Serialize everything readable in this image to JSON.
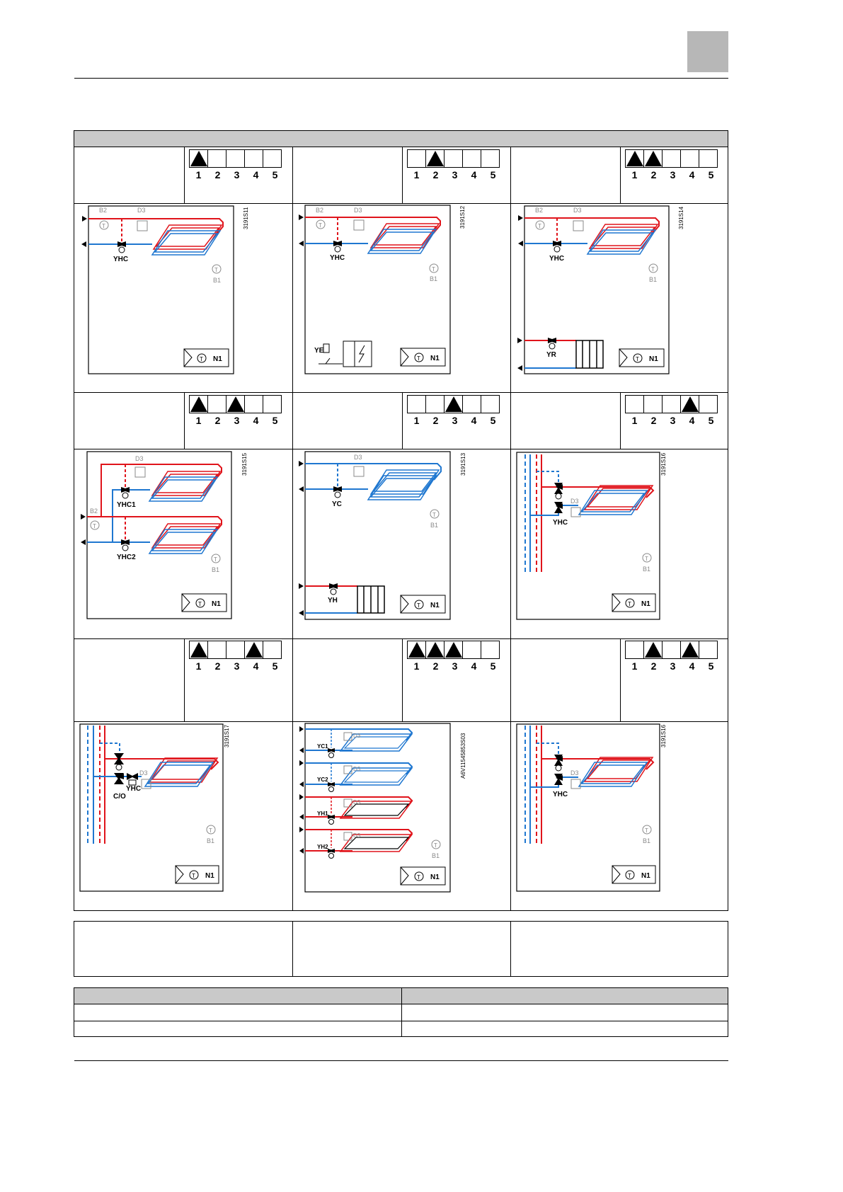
{
  "indicator_numbers": [
    "1",
    "2",
    "3",
    "4",
    "5"
  ],
  "panels": [
    {
      "drawing_id": "3191S11",
      "markers": [
        1,
        0,
        0,
        0,
        0
      ]
    },
    {
      "drawing_id": "3191S12",
      "markers": [
        0,
        1,
        0,
        0,
        0
      ]
    },
    {
      "drawing_id": "3191S14",
      "markers": [
        1,
        1,
        0,
        0,
        0
      ]
    },
    {
      "drawing_id": "3191S15",
      "markers": [
        1,
        0,
        1,
        0,
        0
      ]
    },
    {
      "drawing_id": "3191S13",
      "markers": [
        0,
        0,
        1,
        0,
        0
      ]
    },
    {
      "drawing_id": "3191S16",
      "markers": [
        0,
        0,
        0,
        1,
        0
      ]
    },
    {
      "drawing_id": "3191S17",
      "markers": [
        1,
        0,
        0,
        1,
        0
      ]
    },
    {
      "drawing_id": "A6V11545853S03",
      "markers": [
        1,
        1,
        1,
        0,
        0
      ]
    },
    {
      "drawing_id": "3191S16",
      "markers": [
        0,
        1,
        0,
        1,
        0
      ]
    }
  ],
  "labels": {
    "B1": "B1",
    "B2": "B2",
    "D3": "D3",
    "N1": "N1",
    "T": "T",
    "YHC": "YHC",
    "YHC1": "YHC1",
    "YHC2": "YHC2",
    "YC": "YC",
    "YH": "YH",
    "YR": "YR",
    "YE": "YE",
    "YC1": "YC1",
    "YC2": "YC2",
    "YH1": "YH1",
    "YH2": "YH2",
    "CO": "C/O"
  },
  "colors": {
    "hot": "#e0141b",
    "cold": "#1f77d0",
    "header_fill": "#c9c9c9",
    "corner_box": "#b7b7b7",
    "sensor_gray": "#8a8a8a"
  }
}
